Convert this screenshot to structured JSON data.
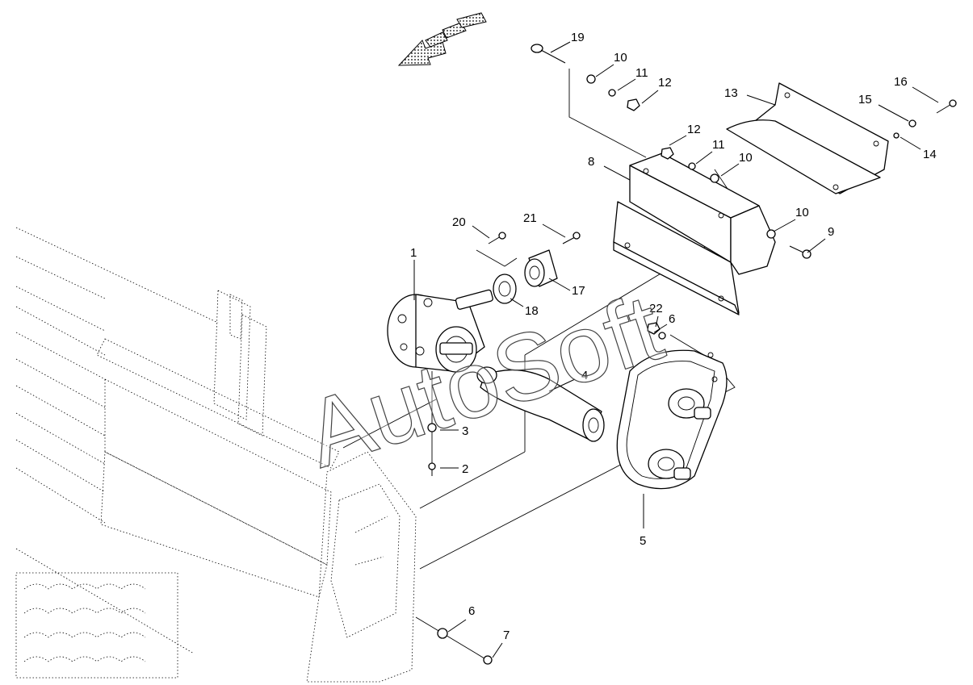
{
  "diagram": {
    "watermark": "AutoSoft",
    "callouts": {
      "c1": "1",
      "c2": "2",
      "c3": "3",
      "c4": "4",
      "c5": "5",
      "c6a": "6",
      "c6b": "6",
      "c7": "7",
      "c8": "8",
      "c9": "9",
      "c10a": "10",
      "c10b": "10",
      "c10c": "10",
      "c11a": "11",
      "c11b": "11",
      "c12a": "12",
      "c12b": "12",
      "c13": "13",
      "c14": "14",
      "c15": "15",
      "c16": "16",
      "c17": "17",
      "c18": "18",
      "c19": "19",
      "c20": "20",
      "c21": "21",
      "c22": "22"
    }
  }
}
